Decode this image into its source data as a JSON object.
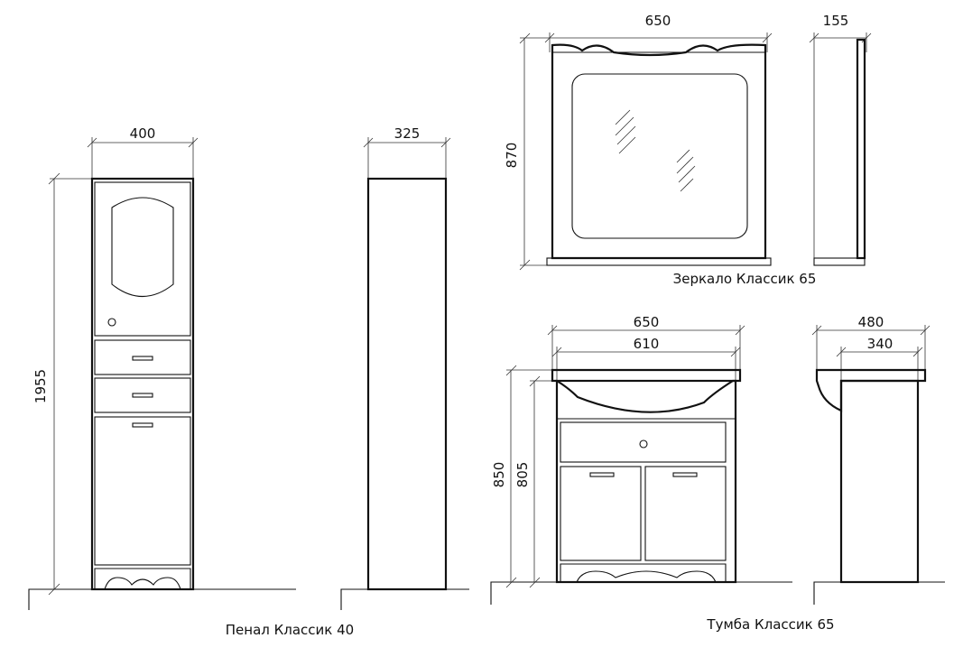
{
  "penal": {
    "caption": "Пенал Классик 40",
    "width": "400",
    "height": "1955",
    "depth": "325"
  },
  "mirror": {
    "caption": "Зеркало Классик 65",
    "width": "650",
    "height": "870",
    "depth": "155"
  },
  "tumba": {
    "caption": "Тумба Классик 65",
    "width_outer": "650",
    "width_inner": "610",
    "height_total": "850",
    "height_body": "805",
    "depth_outer": "480",
    "depth_inner": "340"
  }
}
